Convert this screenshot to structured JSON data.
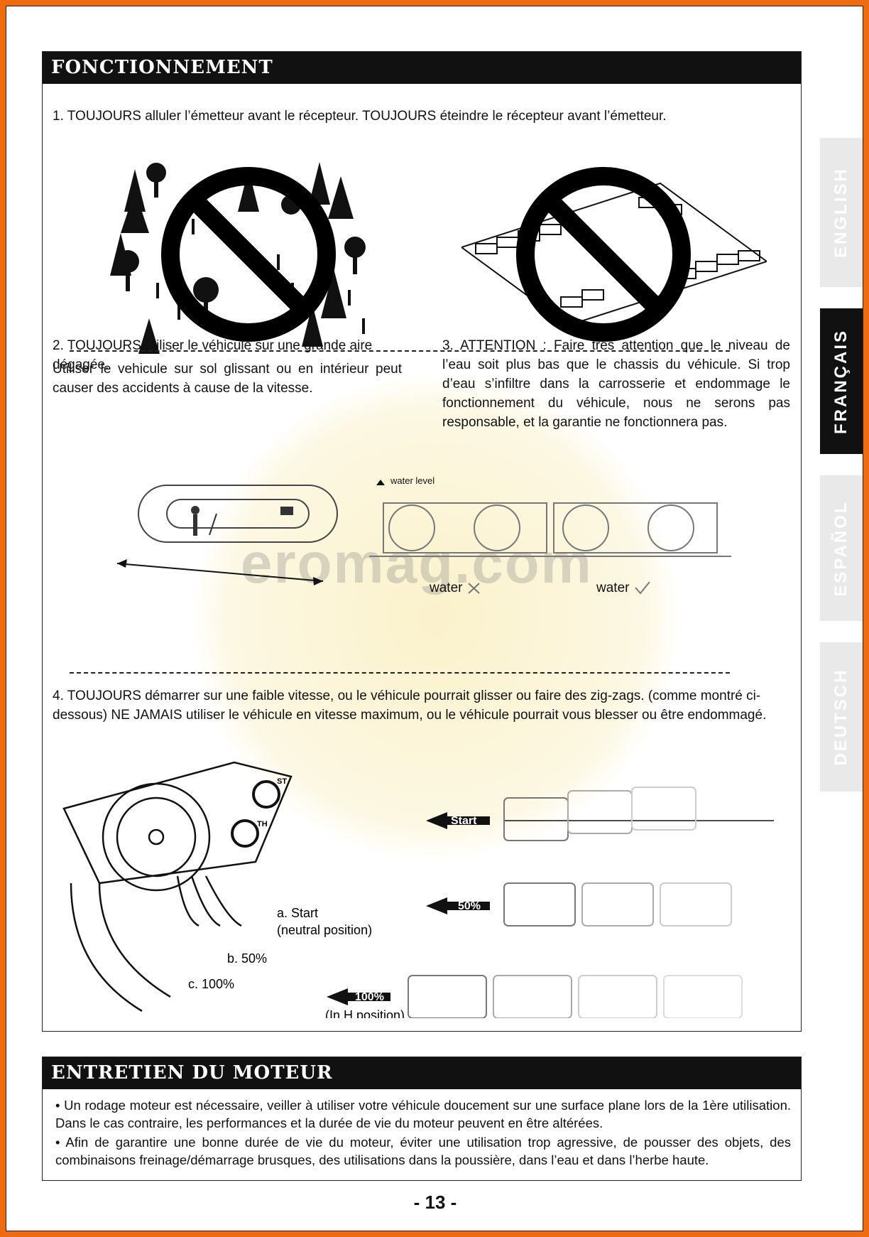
{
  "section1": {
    "title": "FONCTIONNEMENT",
    "item1": "1. TOUJOURS alluler l’émetteur avant le récepteur. TOUJOURS éteindre le récepteur avant l’émetteur.",
    "item2_title": "2. TOUJOURS utiliser le véhicule sur une grande aire dégagée.",
    "item2_body": "Utiliser le vehicule sur sol glissant ou en intérieur peut causer des accidents à cause de la vitesse.",
    "item3": "3. ATTENTION : Faire très attention que le niveau de l’eau soit plus bas que le chassis du véhicule. Si trop d’eau s’infiltre dans la carrosserie et endommage le fonctionnement du véhicule, nous ne serons pas responsable, et la garantie ne fonctionnera pas.",
    "item4": "4. TOUJOURS démarrer sur une faible vitesse, ou le véhicule pourrait glisser ou faire des zig-zags. (comme montré ci-dessous) NE JAMAIS utiliser le véhicule en vitesse maximum, ou le véhicule pourrait vous blesser ou être endommagé."
  },
  "water_diagram": {
    "level_label": "water level",
    "left_label": "water",
    "right_label": "water"
  },
  "transmitter": {
    "st_label": "ST",
    "th_label": "TH",
    "pos_a": "a. Start",
    "pos_a_sub": "(neutral position)",
    "pos_b": "b. 50%",
    "pos_c": "c. 100%",
    "arrow_start": "Start",
    "arrow_50": "50%",
    "arrow_100": "100%",
    "arrow_100_sub": "(In H position)"
  },
  "section2": {
    "title": "ENTRETIEN DU MOTEUR",
    "bullet1": "• Un rodage moteur est nécessaire, veiller à utiliser votre véhicule doucement sur une surface plane lors de la 1ère utilisation. Dans le cas contraire, les performances et la durée de vie du moteur peuvent en être altérées.",
    "bullet2": "• Afin de garantire une bonne durée de vie du moteur, éviter une utilisation trop agressive, de pousser des objets, des combinaisons freinage/démarrage brusques, des utilisations  dans la poussière, dans l’eau et dans l’herbe haute."
  },
  "side_tabs": [
    "ENGLISH",
    "FRANÇAIS",
    "ESPAÑOL",
    "DEUTSCH"
  ],
  "page_number": "- 13 -",
  "colors": {
    "frame": "#f06a0e",
    "header": "#111111",
    "active_tab": "#111111"
  }
}
